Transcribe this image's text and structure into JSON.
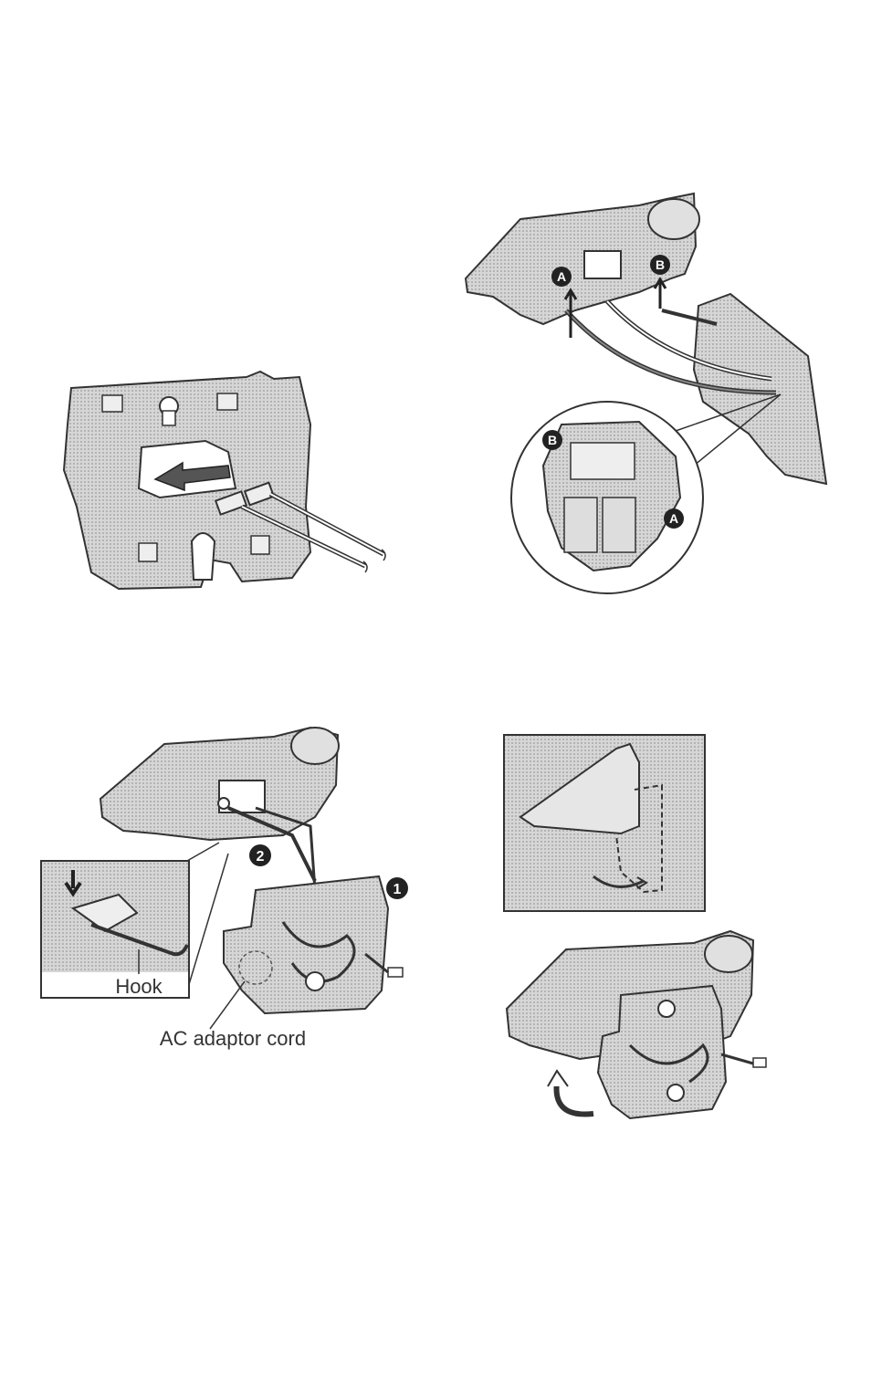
{
  "figures": {
    "cradle_plug": {
      "description_id": "fig1"
    },
    "base_mount": {
      "markers": {
        "a_top": "A",
        "b_top": "B",
        "a_zoom": "A",
        "b_zoom": "B"
      }
    },
    "cord_routing": {
      "step1": "1",
      "step2": "2",
      "hook_label": "Hook",
      "cord_label": "AC adaptor cord"
    },
    "attach_bracket": {
      "description_id": "fig4"
    }
  },
  "colors": {
    "body_fill": "#cfcfcf",
    "stroke": "#333333",
    "badge": "#222222"
  }
}
